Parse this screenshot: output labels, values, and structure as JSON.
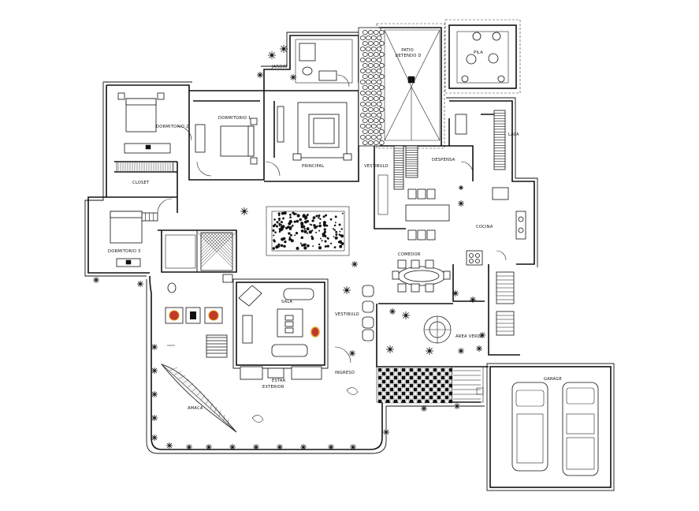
{
  "rooms": {
    "jardin": "JARDIN",
    "patio": "PATIO\nDETENDO D",
    "pila": "PILA",
    "dormitorio2": "DORMITORIO 2",
    "dormitorio1": "DORMITORIO 1",
    "principal": "PRINCIPAL",
    "closet": "CLOSET",
    "dormitorio3": "DORMITORIO 3",
    "vestibulo_top": "VESTIBULO",
    "despensa": "DESPENSA",
    "lavanderia": "LAVA",
    "cocina": "COCINA",
    "comedor": "COMEDOR",
    "sala": "SALA",
    "vestibulo": "VESTIBULO",
    "area_verde": "AREA VERDE",
    "ingreso": "INGRESO",
    "estar_exterior": "ESTAR\nEXTERIOR",
    "garage": "GARAGE",
    "amaca": "AMACA"
  }
}
